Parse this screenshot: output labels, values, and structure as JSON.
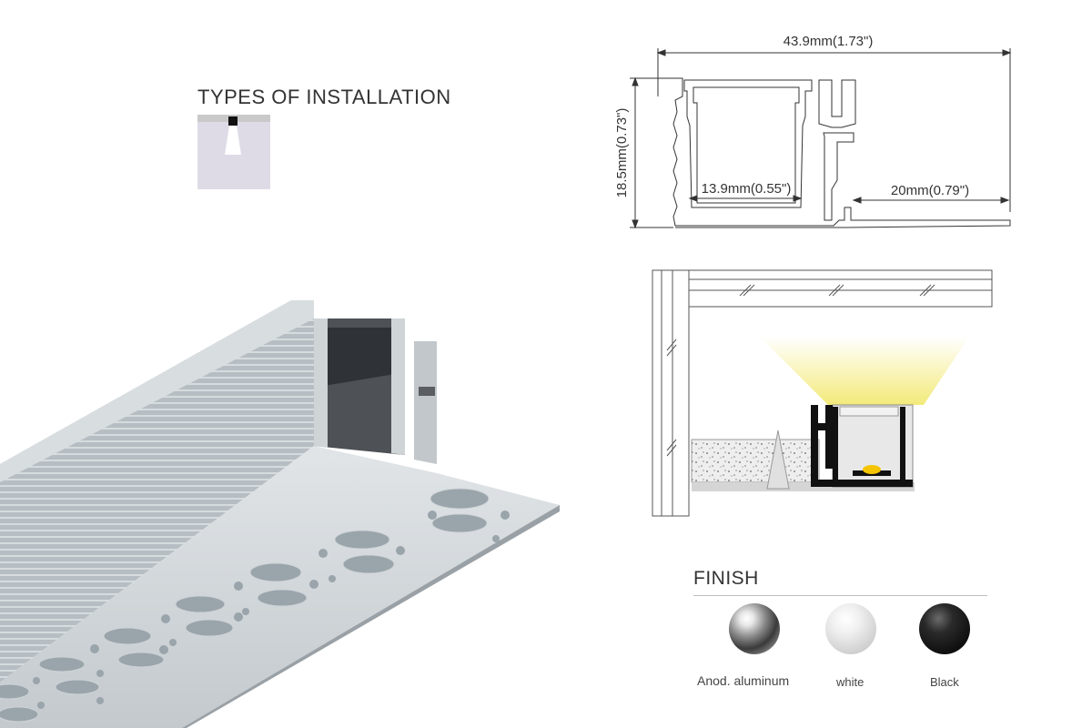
{
  "installation": {
    "title": "TYPES OF INSTALLATION"
  },
  "profile_dimensions": {
    "overall_width": "43.9mm(1.73\")",
    "height": "18.5mm(0.73\")",
    "inner_width": "13.9mm(0.55\")",
    "flange_width": "20mm(0.79\")"
  },
  "finish": {
    "title": "FINISH",
    "options": [
      {
        "label": "Anod. aluminum",
        "color": "#8a8a8a"
      },
      {
        "label": "white",
        "color": "#e6e6e6"
      },
      {
        "label": "Black",
        "color": "#111111"
      }
    ]
  },
  "colors": {
    "light_beam": "#f5ee8a",
    "text": "#333333"
  }
}
